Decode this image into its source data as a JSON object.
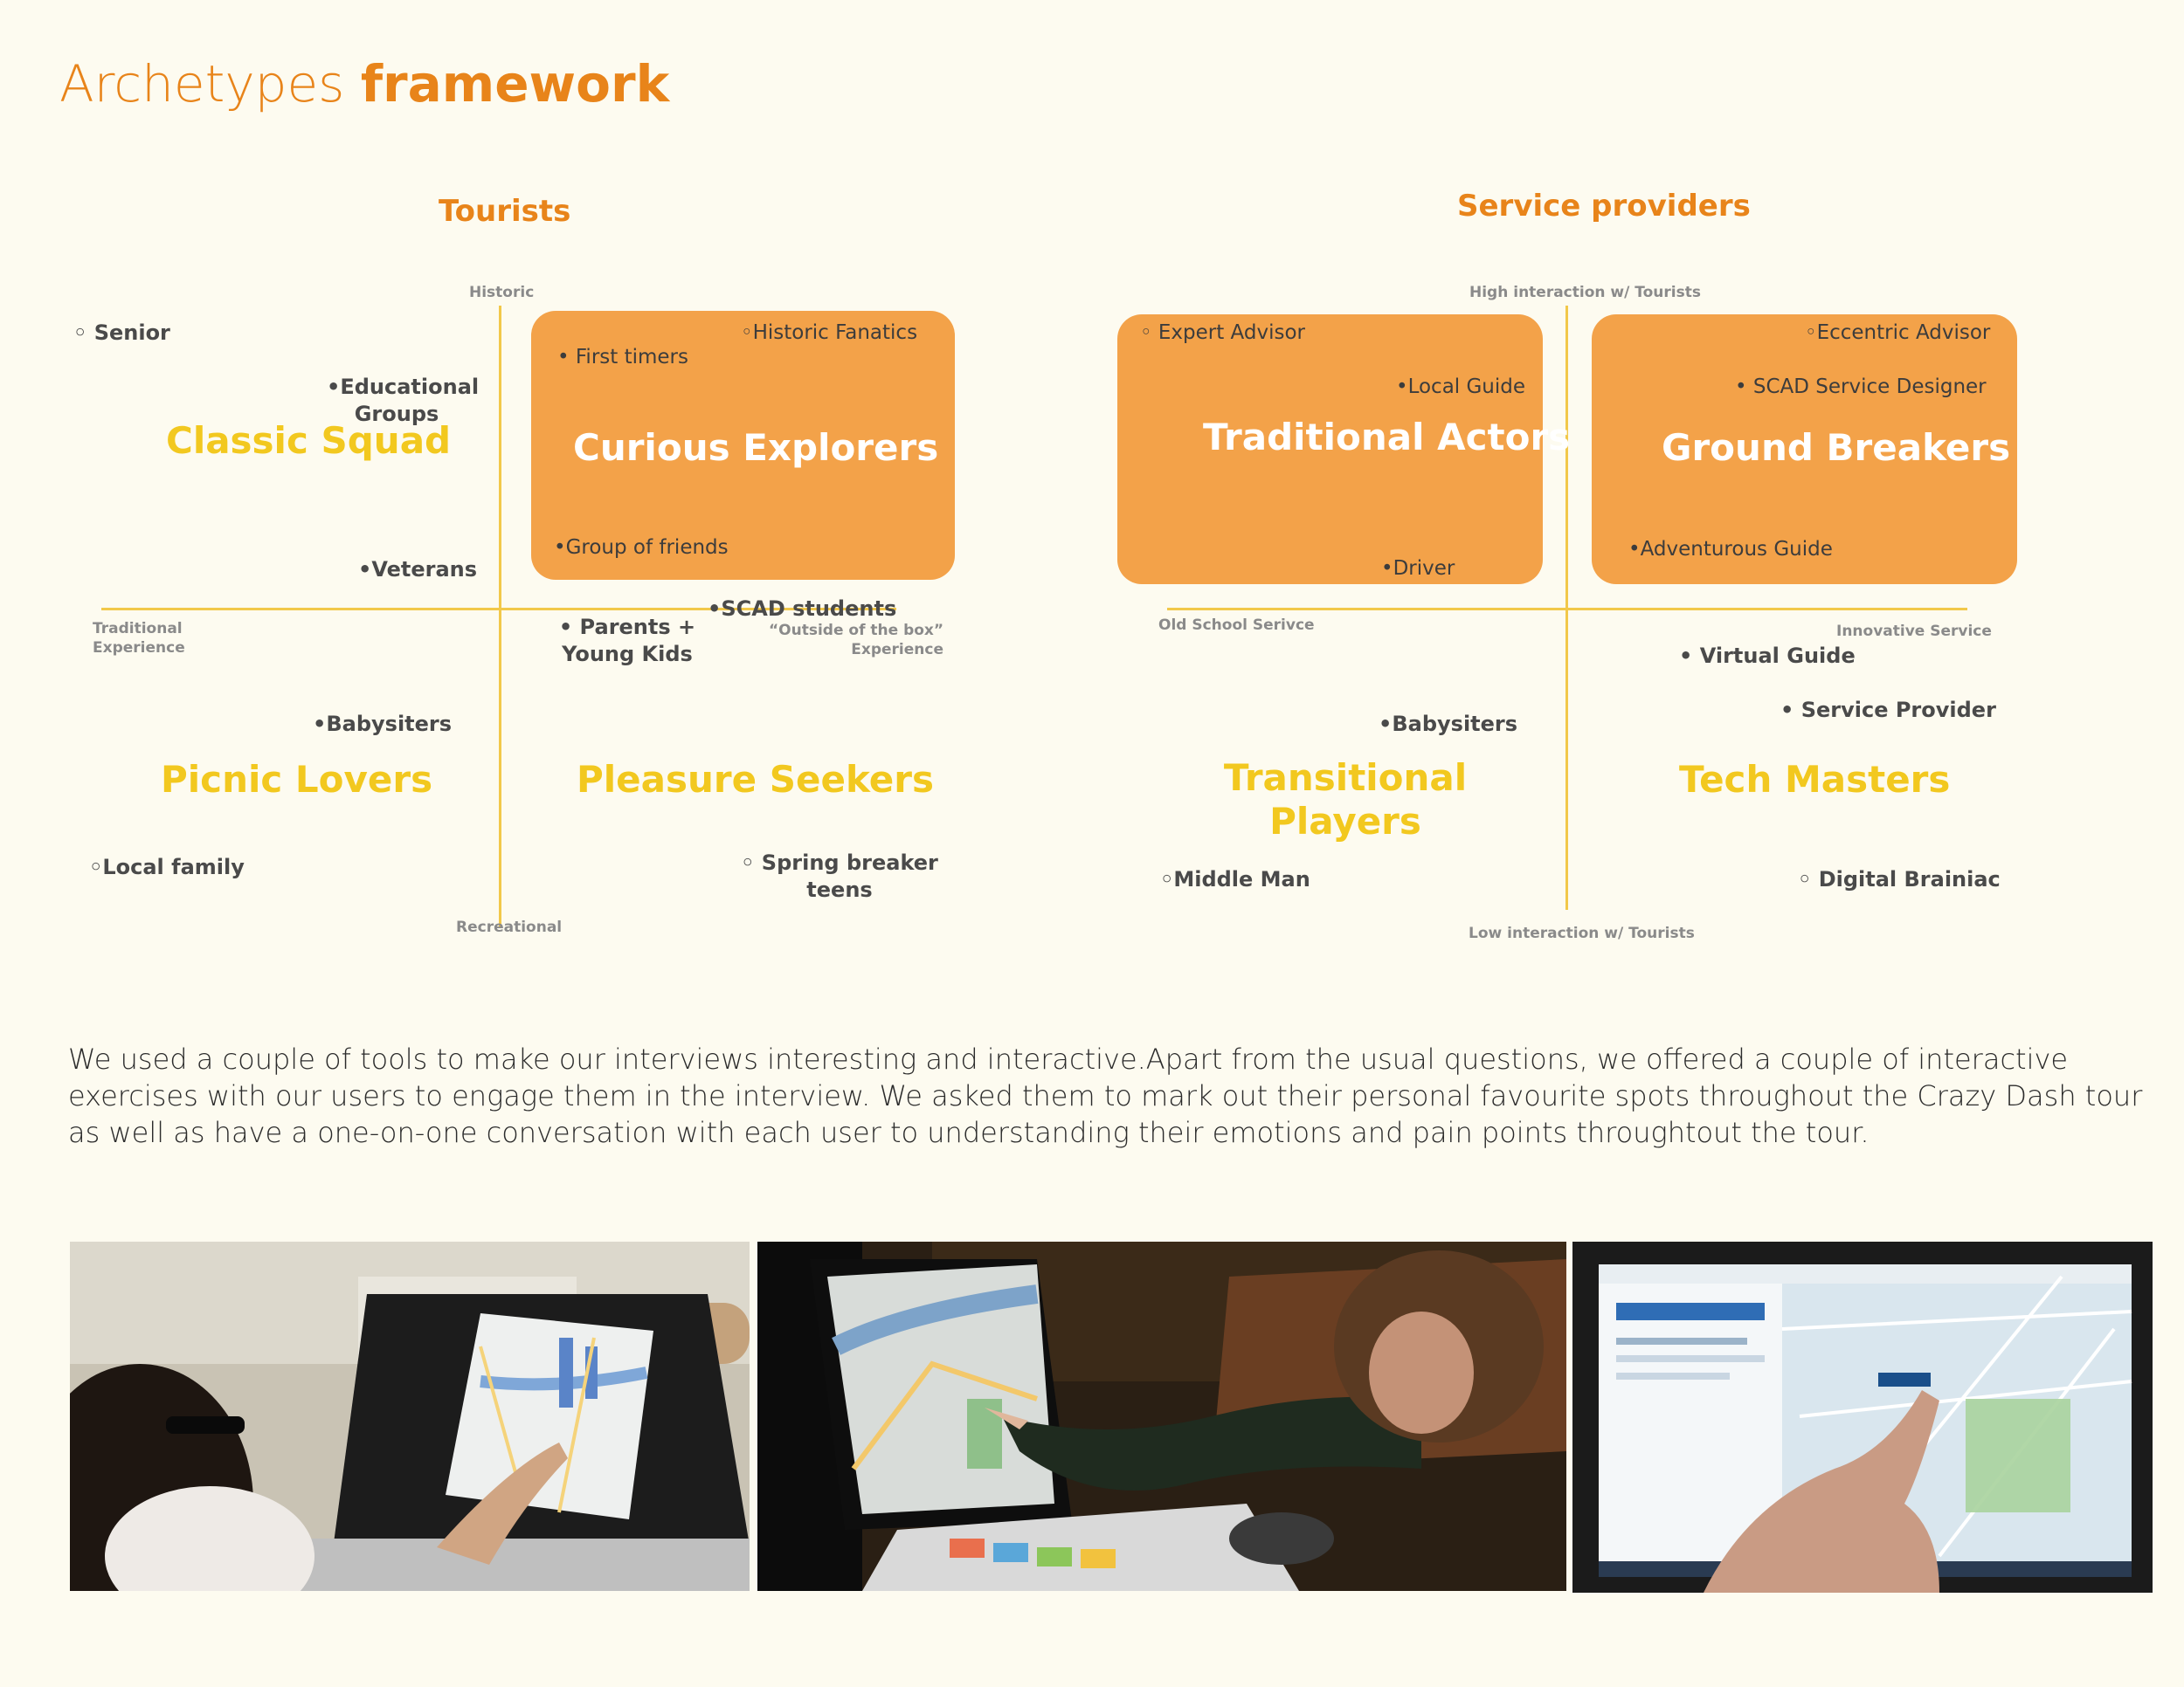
{
  "title": {
    "light": "Archetypes",
    "bold": "framework"
  },
  "tourists": {
    "heading": "Tourists",
    "axis": {
      "top": "Historic",
      "bottom": "Recreational",
      "left_1": "Traditional",
      "left_2": "Experience",
      "right_1": "“Outside of the box”",
      "right_2": "Experience"
    },
    "quadrants": {
      "top_left": {
        "name": "Classic Squad"
      },
      "top_right": {
        "name": "Curious Explorers"
      },
      "bottom_left": {
        "name": "Picnic Lovers"
      },
      "bottom_right": {
        "name": "Pleasure Seekers"
      }
    },
    "items": {
      "senior": "◦ Senior",
      "educational_1": "•Educational",
      "educational_2": "Groups",
      "veterans": "•Veterans",
      "first_timers": "• First timers",
      "historic_fanatics": "◦Historic Fanatics",
      "group_of_friends": "•Group of friends",
      "parents_1": "• Parents +",
      "parents_2": "Young Kids",
      "scad_students": "•SCAD students",
      "babysiters": "•Babysiters",
      "local_family": "◦Local family",
      "spring_breaker_1": "◦ Spring breaker",
      "spring_breaker_2": "teens"
    }
  },
  "providers": {
    "heading": "Service providers",
    "axis": {
      "top": "High interaction w/ Tourists",
      "bottom": "Low interaction w/ Tourists",
      "left": "Old School Serivce",
      "right": "Innovative Service"
    },
    "quadrants": {
      "top_left": {
        "name": "Traditional Actors"
      },
      "top_right": {
        "name": "Ground Breakers"
      },
      "bottom_left": {
        "name_1": "Transitional",
        "name_2": "Players"
      },
      "bottom_right": {
        "name": "Tech Masters"
      }
    },
    "items": {
      "expert_advisor": "◦ Expert Advisor",
      "local_guide": "•Local Guide",
      "driver": "•Driver",
      "eccentric_advisor": "◦Eccentric Advisor",
      "scad_designer": "• SCAD Service Designer",
      "adventurous_guide": "•Adventurous Guide",
      "babysiters": "•Babysiters",
      "middle_man": "◦Middle Man",
      "virtual_guide": "• Virtual Guide",
      "service_provider": "• Service Provider",
      "digital_brainiac": "◦ Digital Brainiac"
    }
  },
  "paragraph": "We used a couple of tools to make our interviews interesting and interactive.Apart from the usual questions, we offered a couple of interactive exercises with our users to engage them in the interview. We asked them to mark out their personal favourite spots throughout the Crazy Dash tour as well as have a one-on-one conversation with each user to understanding their emotions and pain points throughtout the tour.",
  "colors": {
    "accent": "#e8841a",
    "quadrant_label": "#f2c81f",
    "box": "#f3a249",
    "axis_line": "#f2c84a",
    "background": "#fdfbf0"
  }
}
